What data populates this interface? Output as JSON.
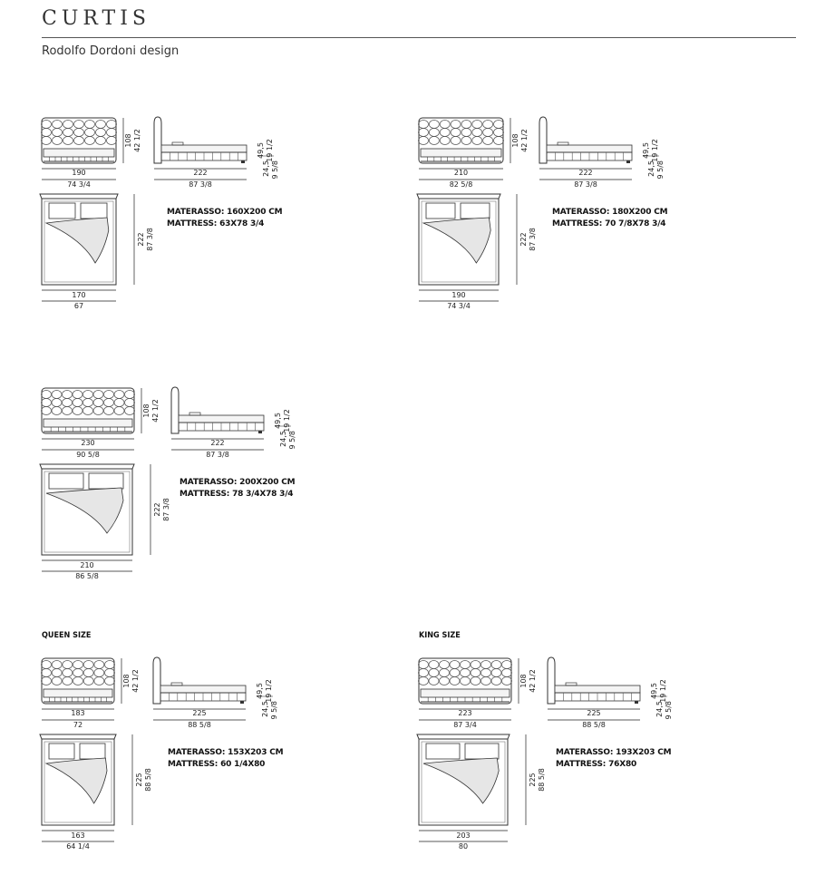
{
  "header": {
    "title": "CURTIS",
    "designer": "Rodolfo Dordoni design"
  },
  "variants": [
    {
      "label": "",
      "front": {
        "width_cm": "190",
        "width_in": "74 3/4",
        "height_cm": "108",
        "height_in": "42 1/2"
      },
      "side": {
        "length_cm": "222",
        "length_in": "87 3/8",
        "h1_cm": "49,5",
        "h1_in": "19 1/2",
        "h2_cm": "24,5",
        "h2_in": "9 5/8"
      },
      "top": {
        "width_cm": "170",
        "width_in": "67",
        "length_cm": "222",
        "length_in": "87 3/8"
      },
      "materasso": "MATERASSO: 160X200 CM",
      "mattress": "MATTRESS: 63X78 3/4"
    },
    {
      "label": "",
      "front": {
        "width_cm": "210",
        "width_in": "82 5/8",
        "height_cm": "108",
        "height_in": "42 1/2"
      },
      "side": {
        "length_cm": "222",
        "length_in": "87 3/8",
        "h1_cm": "49,5",
        "h1_in": "19 1/2",
        "h2_cm": "24,5",
        "h2_in": "9 5/8"
      },
      "top": {
        "width_cm": "190",
        "width_in": "74 3/4",
        "length_cm": "222",
        "length_in": "87 3/8"
      },
      "materasso": "MATERASSO: 180X200 CM",
      "mattress": "MATTRESS: 70 7/8X78 3/4"
    },
    {
      "label": "",
      "front": {
        "width_cm": "230",
        "width_in": "90 5/8",
        "height_cm": "108",
        "height_in": "42 1/2"
      },
      "side": {
        "length_cm": "222",
        "length_in": "87 3/8",
        "h1_cm": "49,5",
        "h1_in": "19 1/2",
        "h2_cm": "24,5",
        "h2_in": "9 5/8"
      },
      "top": {
        "width_cm": "210",
        "width_in": "86 5/8",
        "length_cm": "222",
        "length_in": "87 3/8"
      },
      "materasso": "MATERASSO: 200X200 CM",
      "mattress": "MATTRESS: 78 3/4X78 3/4"
    },
    {
      "label": "QUEEN SIZE",
      "front": {
        "width_cm": "183",
        "width_in": "72",
        "height_cm": "108",
        "height_in": "42 1/2"
      },
      "side": {
        "length_cm": "225",
        "length_in": "88 5/8",
        "h1_cm": "49,5",
        "h1_in": "19 1/2",
        "h2_cm": "24,5",
        "h2_in": "9 5/8"
      },
      "top": {
        "width_cm": "163",
        "width_in": "64 1/4",
        "length_cm": "225",
        "length_in": "88 5/8"
      },
      "materasso": "MATERASSO: 153X203 CM",
      "mattress": "MATTRESS: 60 1/4X80"
    },
    {
      "label": "KING SIZE",
      "front": {
        "width_cm": "223",
        "width_in": "87 3/4",
        "height_cm": "108",
        "height_in": "42 1/2"
      },
      "side": {
        "length_cm": "225",
        "length_in": "88 5/8",
        "h1_cm": "49,5",
        "h1_in": "19 1/2",
        "h2_cm": "24,5",
        "h2_in": "9 5/8"
      },
      "top": {
        "width_cm": "203",
        "width_in": "80",
        "length_cm": "225",
        "length_in": "88 5/8"
      },
      "materasso": "MATERASSO: 193X203 CM",
      "mattress": "MATTRESS: 76X80"
    }
  ]
}
